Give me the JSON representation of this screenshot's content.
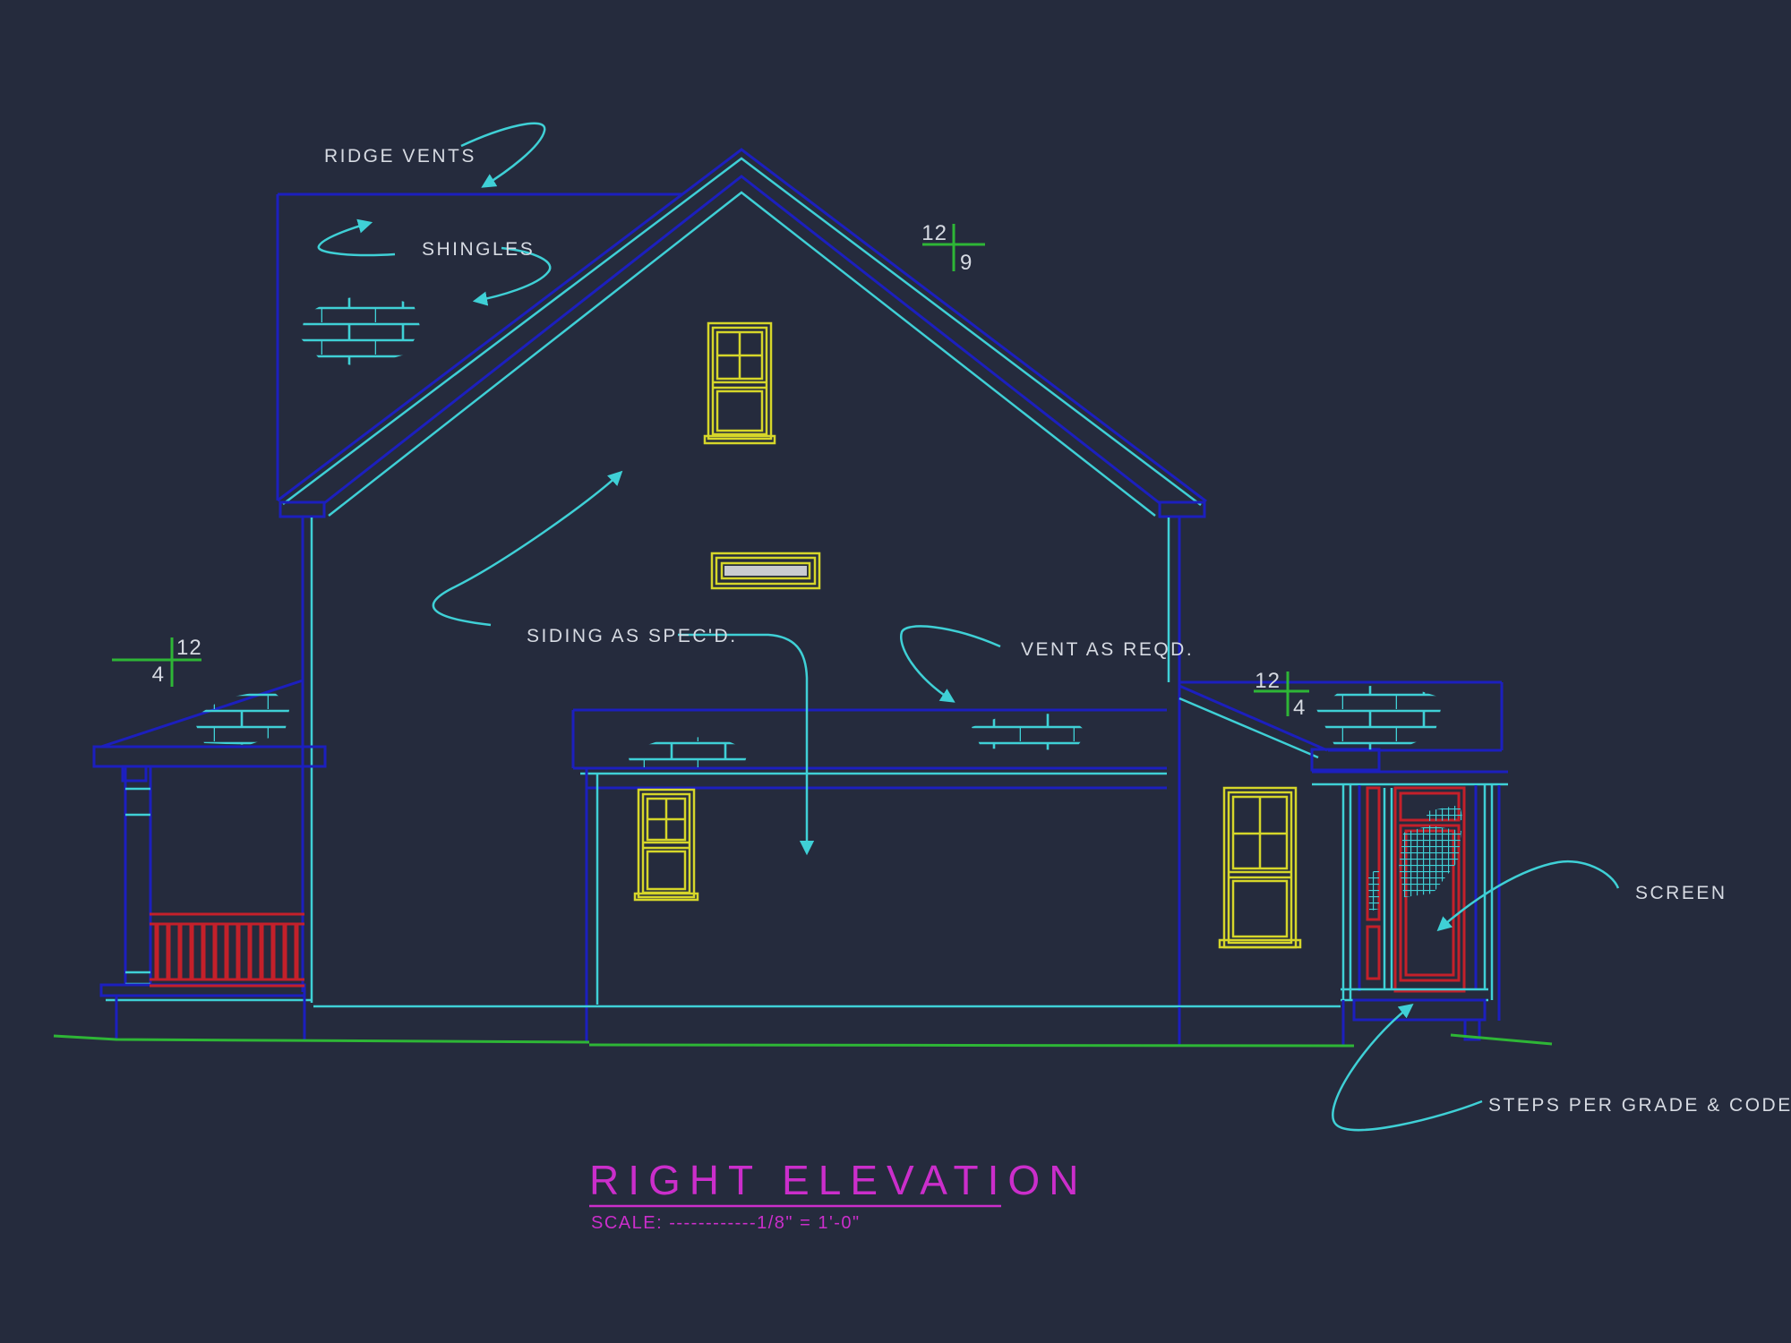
{
  "drawing": {
    "title": "RIGHT ELEVATION",
    "scale_label": "SCALE: ------------1/8\" = 1'-0\"",
    "annotations": {
      "ridge_vents": "RIDGE VENTS",
      "shingles": "SHINGLES",
      "siding": "SIDING AS SPEC'D.",
      "vent": "VENT AS REQD.",
      "screen": "SCREEN",
      "steps": "STEPS PER GRADE & CODE"
    },
    "pitch_markers": {
      "main_roof": {
        "run": "12",
        "rise": "9"
      },
      "left_porch": {
        "run": "12",
        "rise": "4"
      },
      "right_wing": {
        "run": "12",
        "rise": "4"
      }
    }
  },
  "palette": {
    "background": "#252b3d",
    "line_blue": "#1c1fbe",
    "line_cyan": "#3fd0d6",
    "line_green": "#2eb636",
    "line_yellow": "#d6d62a",
    "line_red": "#c4202a",
    "title_magenta": "#cb2ecb",
    "text_white": "#d6dae2"
  }
}
